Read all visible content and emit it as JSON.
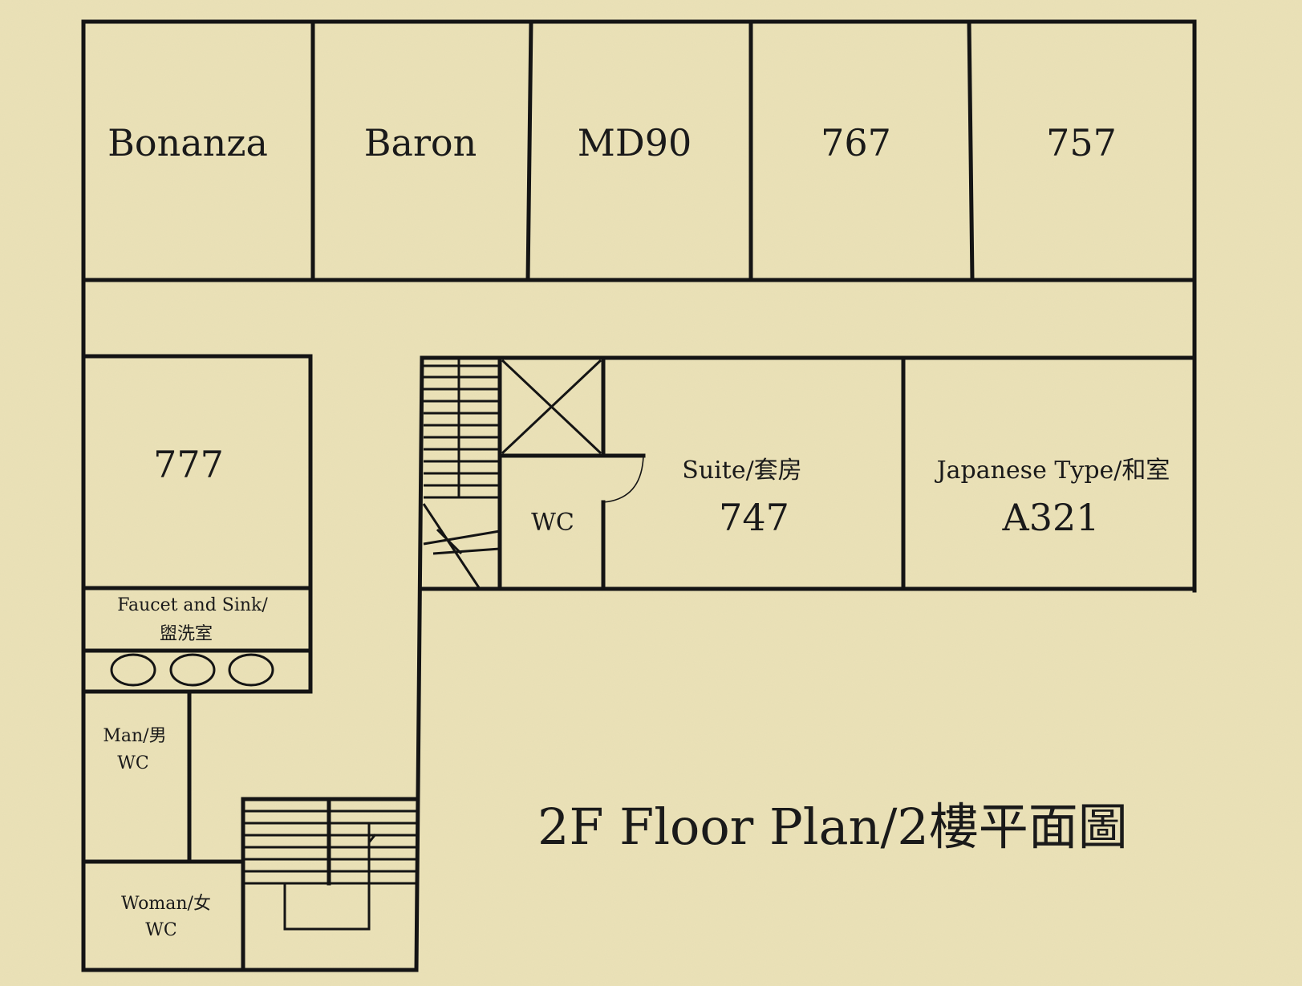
{
  "rooms": {
    "bonanza": "Bonanza",
    "baron": "Baron",
    "md90": "MD90",
    "r767": "767",
    "r757": "757",
    "r777": "777",
    "suite_type": "Suite/套房",
    "r747": "747",
    "japanese_type": "Japanese Type/和室",
    "a321": "A321",
    "wc_small": "WC"
  },
  "facilities": {
    "sink_line1": "Faucet and Sink/",
    "sink_line2": "盥洗室",
    "men_line1": "Man/男",
    "men_line2": "WC",
    "women_line1": "Woman/女",
    "women_line2": "WC"
  },
  "title": "2F Floor Plan/2樓平面圖"
}
